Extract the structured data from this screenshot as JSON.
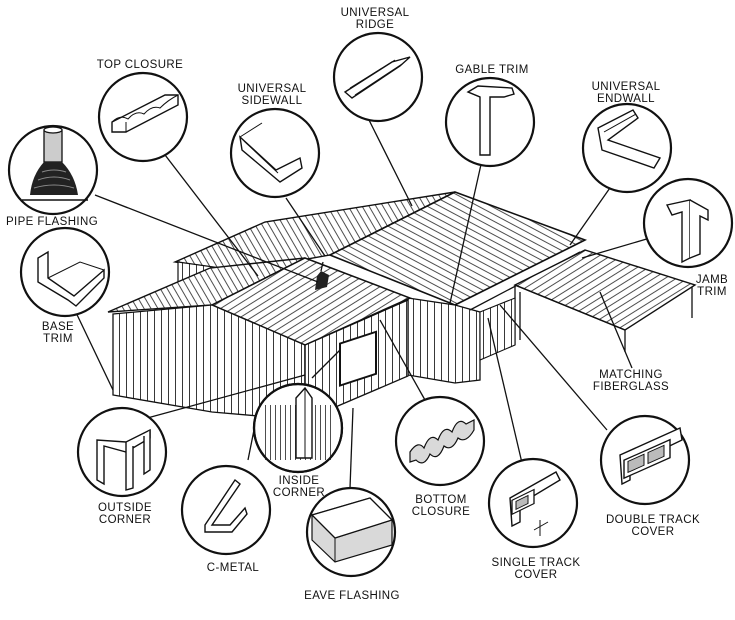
{
  "labels": {
    "universal_ridge": [
      "UNIVERSAL",
      "RIDGE"
    ],
    "top_closure": [
      "TOP CLOSURE"
    ],
    "gable_trim": [
      "GABLE TRIM"
    ],
    "universal_sidewall": [
      "UNIVERSAL",
      "SIDEWALL"
    ],
    "universal_endwall": [
      "UNIVERSAL",
      "ENDWALL"
    ],
    "pipe_flashing": [
      "PIPE FLASHING"
    ],
    "jamb_trim": [
      "JAMB",
      "TRIM"
    ],
    "base_trim": [
      "BASE",
      "TRIM"
    ],
    "matching_fiberglass": [
      "MATCHING",
      "FIBERGLASS"
    ],
    "outside_corner": [
      "OUTSIDE",
      "CORNER"
    ],
    "inside_corner": [
      "INSIDE",
      "CORNER"
    ],
    "bottom_closure": [
      "BOTTOM",
      "CLOSURE"
    ],
    "double_track_cover": [
      "DOUBLE TRACK",
      "COVER"
    ],
    "c_metal": [
      "C-METAL"
    ],
    "single_track_cover": [
      "SINGLE TRACK",
      "COVER"
    ],
    "eave_flashing": [
      "EAVE FLASHING"
    ]
  }
}
